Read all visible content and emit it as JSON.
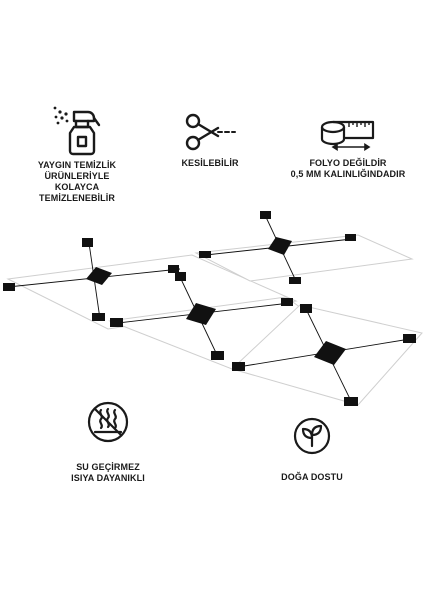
{
  "features": {
    "spray": {
      "icon": "spray-bottle-icon",
      "lines": [
        "YAYGIN TEMİZLİK",
        "ÜRÜNLERİYLE",
        "KOLAYCA",
        "TEMİZLENEBİLİR"
      ]
    },
    "scissors": {
      "icon": "scissors-icon",
      "lines": [
        "KESİLEBİLİR"
      ]
    },
    "tape": {
      "icon": "measuring-tape-icon",
      "lines": [
        "FOLYO DEĞİLDİR",
        "0,5 MM KALINLIĞINDADIR"
      ]
    },
    "water": {
      "icon": "water-heat-resistant-icon",
      "lines": [
        "SU GEÇİRMEZ",
        "ISIYA DAYANIKLI"
      ]
    },
    "eco": {
      "icon": "leaf-eco-icon",
      "lines": [
        "DOĞA DOSTU"
      ]
    }
  },
  "colors": {
    "tile_ink": "#111111",
    "tile_border": "#cfcfcf",
    "icon_stroke": "#1a1a1a"
  }
}
